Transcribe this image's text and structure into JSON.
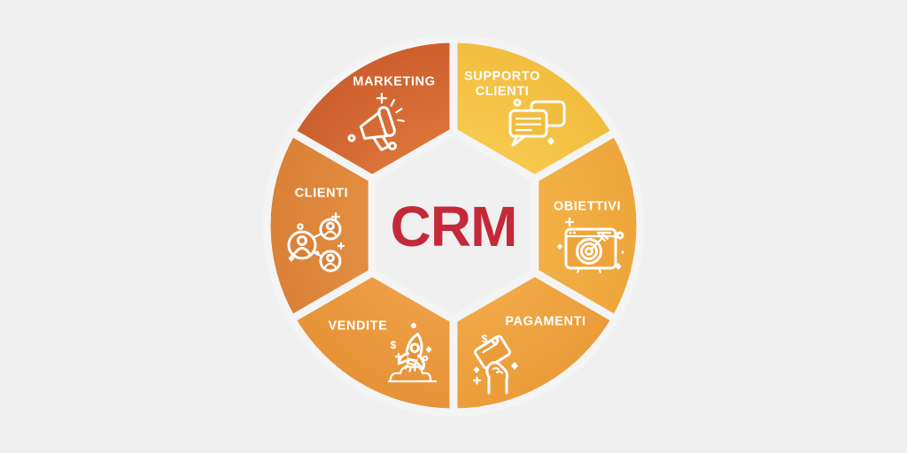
{
  "background_color": "#F0F0F1",
  "center": {
    "title": "CRM",
    "title_color": "#C4293A"
  },
  "wheel": {
    "gap_color": "#F4F4F5",
    "glyphs": {
      "dollar": "$"
    },
    "segments": [
      {
        "id": "marketing",
        "label": "MARKETING",
        "icon": "megaphone-icon",
        "color_inner": "#DC7439",
        "color_outer": "#CC5E2E"
      },
      {
        "id": "supporto-clienti",
        "label": "SUPPORTO\nCLIENTI",
        "icon": "chat-bubbles-icon",
        "color_inner": "#F7C94E",
        "color_outer": "#F1BD3E"
      },
      {
        "id": "obiettivi",
        "label": "OBIETTIVI",
        "icon": "target-browser-icon",
        "color_inner": "#F2B148",
        "color_outer": "#EDA53A"
      },
      {
        "id": "pagamenti",
        "label": "PAGAMENTI",
        "icon": "hand-credit-card-icon",
        "color_inner": "#F1A847",
        "color_outer": "#EB9C39"
      },
      {
        "id": "vendite",
        "label": "VENDITE",
        "icon": "rocket-icon",
        "color_inner": "#EE9F45",
        "color_outer": "#E69237"
      },
      {
        "id": "clienti",
        "label": "CLIENTI",
        "icon": "people-network-icon",
        "color_inner": "#E38F41",
        "color_outer": "#DA8037"
      }
    ]
  }
}
